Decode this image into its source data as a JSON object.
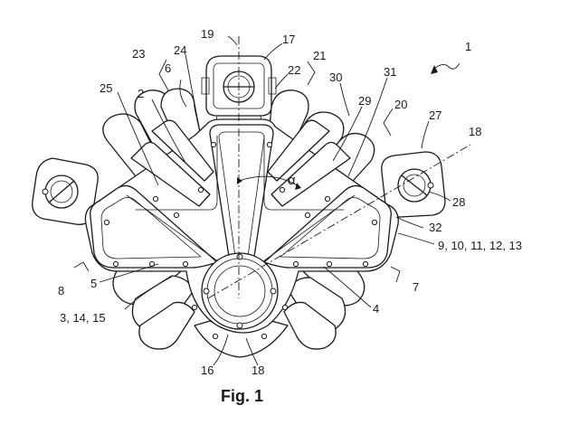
{
  "figure": {
    "caption": "Fig. 1",
    "angle_symbol": "α"
  },
  "refs": {
    "r1": "1",
    "r2": "2",
    "r4": "4",
    "r5": "5",
    "r6": "6",
    "r7": "7",
    "r8": "8",
    "r16": "16",
    "r17": "17",
    "r18a": "18",
    "r18b": "18",
    "r19": "19",
    "r20": "20",
    "r21": "21",
    "r22": "22",
    "r23": "23",
    "r24": "24",
    "r25": "25",
    "r27": "27",
    "r28": "28",
    "r29": "29",
    "r30": "30",
    "r31": "31",
    "r32": "32",
    "r3_14_15": "3, 14, 15",
    "r9_13": "9, 10, 11, 12, 13"
  }
}
